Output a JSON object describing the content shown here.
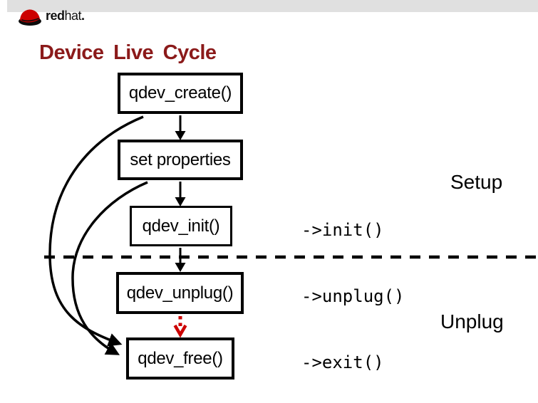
{
  "colors": {
    "title_red": "#8b1a1a",
    "arrow_red": "#cc0000",
    "ink": "#000000",
    "topbar_grey": "#e0e0e0",
    "logo_red": "#cc0000"
  },
  "logo": {
    "brand_bold": "red",
    "brand_light": "hat",
    "suffix": "."
  },
  "slide": {
    "title": "Device Live Cycle"
  },
  "diagram": {
    "nodes": [
      {
        "label": "qdev_create()"
      },
      {
        "label": "set properties"
      },
      {
        "label": "qdev_init()"
      },
      {
        "label": "qdev_unplug()"
      },
      {
        "label": "qdev_free()"
      }
    ],
    "callbacks": [
      {
        "label": "->init()"
      },
      {
        "label": "->unplug()"
      },
      {
        "label": "->exit()"
      }
    ],
    "phases": [
      {
        "label": "Setup"
      },
      {
        "label": "Unplug"
      }
    ]
  }
}
